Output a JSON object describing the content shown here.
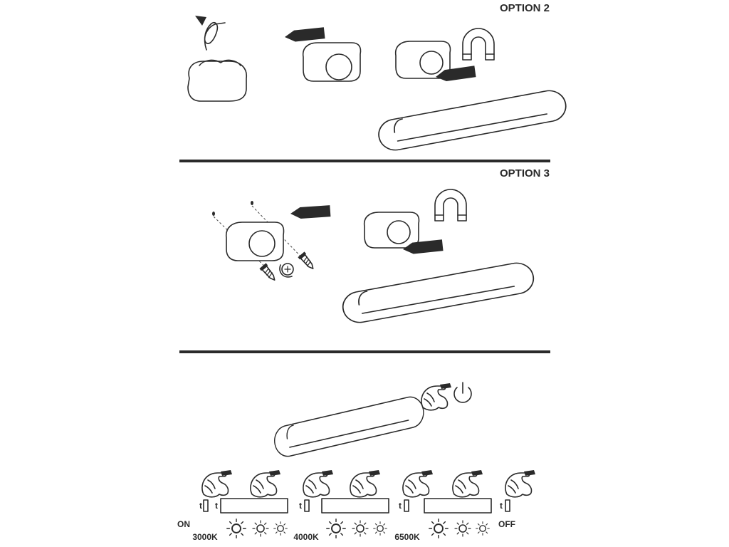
{
  "sections": {
    "option2_title": "OPTION 2",
    "option3_title": "OPTION 3"
  },
  "modes": {
    "t1": "t",
    "t2": "t",
    "t3": "t",
    "t4": "t",
    "t5": "t",
    "on_label": "ON",
    "k1": "3000K",
    "k2": "4000K",
    "k3": "6500K",
    "off_label": "OFF"
  },
  "icons": [
    "hand-press-icon",
    "power-icon",
    "sun-icon",
    "magnet-icon",
    "screw-icon",
    "screwdriver-rotate-icon",
    "arrow-icon",
    "adhesive-peel-icon"
  ],
  "colors": {
    "line": "#2a2a2a",
    "background": "#ffffff"
  }
}
